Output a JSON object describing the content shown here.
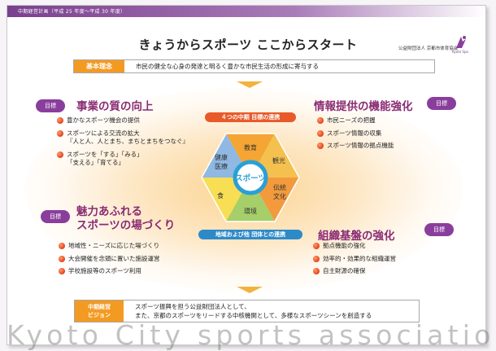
{
  "header": {
    "caption": "中期経営計画（平成 25 年度〜平成 30 年度）"
  },
  "title": "きょうからスポーツ ここからスタート",
  "organization": {
    "name": "公益財団法人 京都市体育協会",
    "mark_caption": "Kyoto Spo"
  },
  "basic": {
    "label": "基本理念",
    "text": "市民の健全な心身の発達と明るく豊かな市民生活の形成に寄与する"
  },
  "goal_tag": "目標",
  "goals": {
    "top_left": {
      "title": "事業の質の向上",
      "items": [
        {
          "text": "豊かなスポーツ機会の提供"
        },
        {
          "text": "スポーツによる交流の拡大",
          "text2": "『人と人、人とまち、まちとまちをつなぐ』"
        },
        {
          "text": "スポーツを「する」「みる」",
          "text2": "「支える」「育てる」"
        }
      ]
    },
    "top_right": {
      "title": "情報提供の機能強化",
      "items": [
        {
          "text": "市民ニーズの把握"
        },
        {
          "text": "スポーツ情報の収集"
        },
        {
          "text": "スポーツ情報の拠点機能"
        }
      ]
    },
    "bottom_left": {
      "title_line1": "魅力あふれる",
      "title_line2": "スポーツの場づくり",
      "items": [
        {
          "text": "地域性・ニーズに応じた場づくり"
        },
        {
          "text": "大会開催を念頭に置いた施設運営"
        },
        {
          "text": "学校施設等のスポーツ利用"
        }
      ]
    },
    "bottom_right": {
      "title": "組織基盤の強化",
      "items": [
        {
          "text": "拠点機能の強化"
        },
        {
          "text": "効率的・効果的な組織運営"
        },
        {
          "text": "自主財源の確保"
        }
      ]
    }
  },
  "diagram": {
    "top_label": "４つの中期 目標の連携",
    "bottom_label": "地域および他 団体との連携",
    "center": "スポーツ",
    "segments": {
      "education": "教育",
      "tourism": "観光",
      "culture_line1": "伝統",
      "culture_line2": "文化",
      "environment": "環境",
      "food": "食",
      "health_line1": "健康",
      "health_line2": "医療"
    },
    "colors": {
      "education": "#f5a533",
      "tourism": "#f4c14f",
      "culture": "#f39a3d",
      "environment": "#a6cf6a",
      "food": "#f7de55",
      "health": "#8fb9e2",
      "ring": "#2a9fd6"
    }
  },
  "vision": {
    "label_line1": "中期経営",
    "label_line2": "ビジョン",
    "line1": "スポーツ振興を担う公益財団法人として、",
    "line2": "また、京都のスポーツをリードする中核機関として、多様なスポーツシーンを創造する"
  },
  "watermark": "Kyoto City sports association",
  "colors": {
    "accent_purple": "#8a3e9c",
    "accent_orange": "#f39a22",
    "title_plum": "#8a2b73"
  }
}
